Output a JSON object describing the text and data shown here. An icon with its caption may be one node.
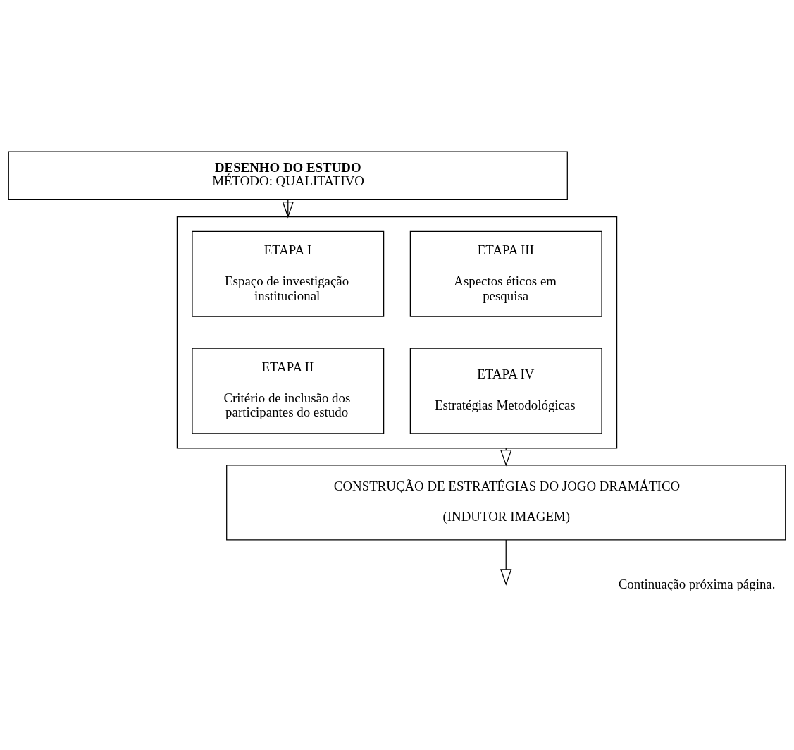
{
  "diagram": {
    "nodes": [
      {
        "text": [
          "DESENHO DO ESTUDO",
          "MÉTODO: QUALITATIVO"
        ]
      },
      {
        "text": [],
        "shape": "box"
      },
      {
        "text": [
          "ETAPA I",
          "Espaço de investigação institucional"
        ],
        "in": 1
      },
      {
        "text": [
          "ETAPA III",
          "Aspectos éticos em pesquisa"
        ],
        "in": 1
      },
      {
        "text": [
          "ETAPA II",
          "Critério de inclusão dos participantes do estudo"
        ],
        "in": 1
      },
      {
        "text": [
          "ETAPA IV",
          "Estratégias Metodológicas"
        ],
        "in": 1
      },
      {
        "text": [
          "CONSTRUÇÃO DE ESTRATÉGIAS DO JOGO DRAMÁTICO",
          "(INDUTOR IMAGEM)"
        ]
      }
    ],
    "edges": [
      {
        "from": 0,
        "to": 1,
        "arrow": "to"
      },
      {
        "from": 1,
        "to": 6,
        "arrow": "to"
      },
      {
        "from": 6,
        "to": null,
        "arrow": "to"
      }
    ],
    "labels": [
      "Continuação próxima página."
    ]
  }
}
